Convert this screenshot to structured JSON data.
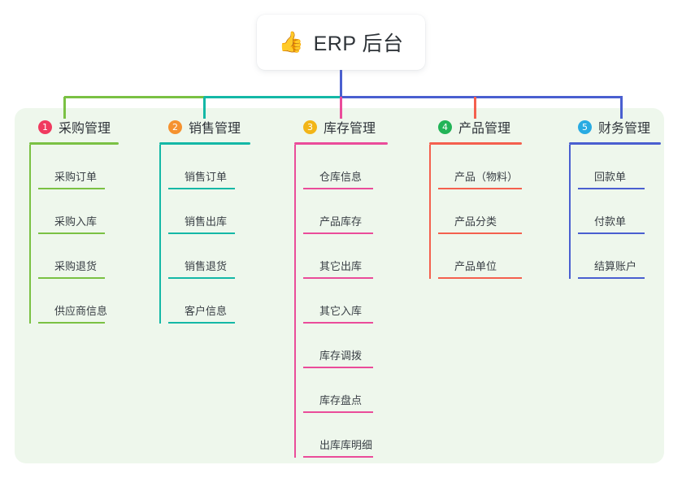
{
  "root": {
    "icon": "thumbs-up-icon",
    "icon_glyph": "👍",
    "title": "ERP 后台"
  },
  "canvas": {
    "background": "#eef7ec"
  },
  "columns": [
    {
      "number": "1",
      "title": "采购管理",
      "badge_color": "#f03a5f",
      "line_color": "#7ac143",
      "children": [
        "采购订单",
        "采购入库",
        "采购退货",
        "供应商信息"
      ]
    },
    {
      "number": "2",
      "title": "销售管理",
      "badge_color": "#f5922f",
      "line_color": "#14b8a6",
      "children": [
        "销售订单",
        "销售出库",
        "销售退货",
        "客户信息"
      ]
    },
    {
      "number": "3",
      "title": "库存管理",
      "badge_color": "#f2b518",
      "line_color": "#ea4c9a",
      "children": [
        "仓库信息",
        "产品库存",
        "其它出库",
        "其它入库",
        "库存调拨",
        "库存盘点",
        "出库库明细"
      ]
    },
    {
      "number": "4",
      "title": "产品管理",
      "badge_color": "#22b457",
      "line_color": "#f4604e",
      "children": [
        "产品（物料）",
        "产品分类",
        "产品单位"
      ]
    },
    {
      "number": "5",
      "title": "财务管理",
      "badge_color": "#29abe2",
      "line_color": "#4a5fd0",
      "children": [
        "回款单",
        "付款单",
        "结算账户"
      ]
    }
  ],
  "connector": {
    "stem_color": "#4a5fd0",
    "bar_segments": [
      "#7ac143",
      "#14b8a6",
      "#4a5fd0",
      "#4a5fd0"
    ]
  }
}
